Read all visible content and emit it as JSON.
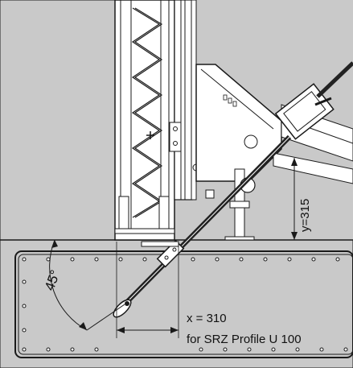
{
  "annotations": {
    "angle": "45°",
    "y_dimension": "y=315",
    "x_dimension": "x = 310",
    "profile_note": "for SRZ Profile U 100"
  },
  "colors": {
    "concrete": "#c9c9c9",
    "outline": "#1a1a1a",
    "white": "#ffffff",
    "rod": "#222222"
  }
}
